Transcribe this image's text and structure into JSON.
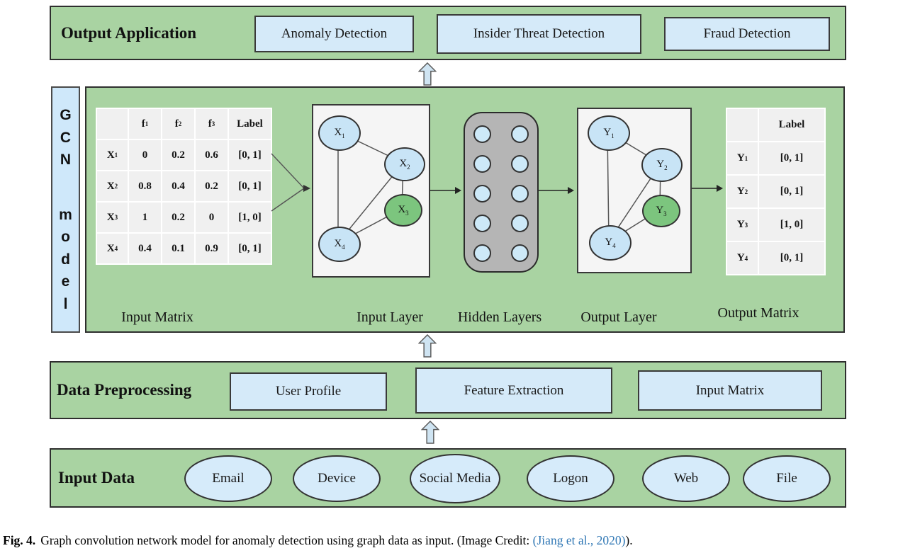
{
  "colors": {
    "panel_green": "#a9d3a2",
    "box_blue": "#d5eaf9",
    "node_blue": "#c8e4f6",
    "node_green": "#7cc57e",
    "hidden_gray": "#b5b5b5",
    "table_cell": "#f0f0f0",
    "link_blue": "#3178b5"
  },
  "output_application": {
    "label": "Output Application",
    "boxes": [
      "Anomaly Detection",
      "Insider Threat Detection",
      "Fraud Detection"
    ]
  },
  "gcn": {
    "label_top": "G\nC\nN",
    "label_bottom": "m\no\nd\ne\nl",
    "input_matrix": {
      "label": "Input Matrix",
      "col_headers": [
        {
          "base": "",
          "sub": ""
        },
        {
          "base": "f",
          "sub": "1"
        },
        {
          "base": "f",
          "sub": "2"
        },
        {
          "base": "f",
          "sub": "3"
        },
        {
          "base": "Label",
          "sub": ""
        }
      ],
      "rows": [
        {
          "base": "X",
          "sub": "1",
          "values": [
            "0",
            "0.2",
            "0.6",
            "[0, 1]"
          ]
        },
        {
          "base": "X",
          "sub": "2",
          "values": [
            "0.8",
            "0.4",
            "0.2",
            "[0, 1]"
          ]
        },
        {
          "base": "X",
          "sub": "3",
          "values": [
            "1",
            "0.2",
            "0",
            "[1, 0]"
          ]
        },
        {
          "base": "X",
          "sub": "4",
          "values": [
            "0.4",
            "0.1",
            "0.9",
            "[0, 1]"
          ]
        }
      ]
    },
    "input_layer": {
      "label": "Input Layer",
      "nodes": [
        {
          "base": "X",
          "sub": "1"
        },
        {
          "base": "X",
          "sub": "2"
        },
        {
          "base": "X",
          "sub": "3"
        },
        {
          "base": "X",
          "sub": "4"
        }
      ]
    },
    "hidden_layers": {
      "label": "Hidden Layers"
    },
    "output_layer": {
      "label": "Output Layer",
      "nodes": [
        {
          "base": "Y",
          "sub": "1"
        },
        {
          "base": "Y",
          "sub": "2"
        },
        {
          "base": "Y",
          "sub": "3"
        },
        {
          "base": "Y",
          "sub": "4"
        }
      ]
    },
    "output_matrix": {
      "label": "Output Matrix",
      "col_header": "Label",
      "rows": [
        {
          "base": "Y",
          "sub": "1",
          "value": "[0, 1]"
        },
        {
          "base": "Y",
          "sub": "2",
          "value": "[0, 1]"
        },
        {
          "base": "Y",
          "sub": "3",
          "value": "[1, 0]"
        },
        {
          "base": "Y",
          "sub": "4",
          "value": "[0, 1]"
        }
      ]
    }
  },
  "data_preprocessing": {
    "label": "Data Preprocessing",
    "boxes": [
      "User Profile",
      "Feature Extraction",
      "Input Matrix"
    ]
  },
  "input_data": {
    "label": "Input Data",
    "items": [
      "Email",
      "Device",
      "Social Media",
      "Logon",
      "Web",
      "File"
    ]
  },
  "caption": {
    "fig": "Fig. 4.",
    "body": "Graph convolution network model for anomaly detection using graph data as input. (Image Credit: ",
    "link": "(Jiang et al., 2020)",
    "suffix": ")."
  }
}
